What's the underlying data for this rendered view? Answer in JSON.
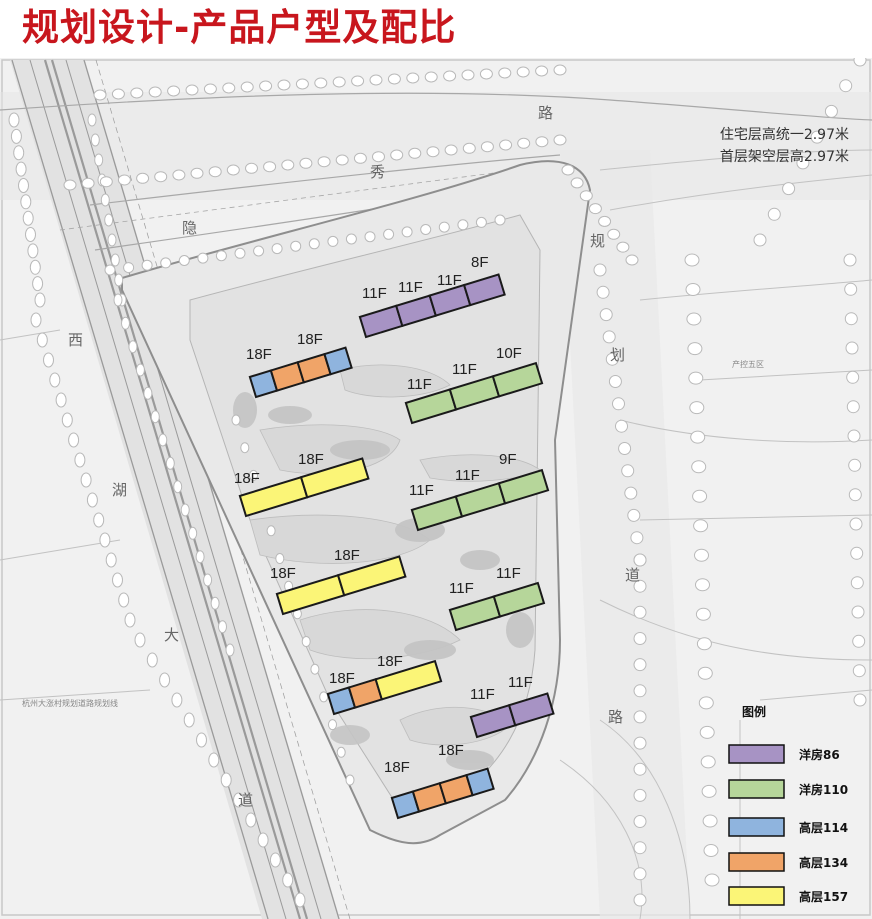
{
  "title": "规划设计-产品户型及配比",
  "notes": [
    "住宅层高统一2.97米",
    "首层架空层高2.97米"
  ],
  "roads": {
    "north": [
      "路",
      "秀",
      "隐"
    ],
    "east": [
      "规",
      "划",
      "道",
      "路"
    ],
    "west": [
      "西",
      "湖",
      "大",
      "道"
    ]
  },
  "map_labels": {
    "zone": "产控五区",
    "west_annotation": "杭州大涨村规划道路规划线"
  },
  "legend": {
    "title": "图例",
    "items": [
      {
        "key": "p86",
        "label": "洋房86",
        "color": "#a793c4"
      },
      {
        "key": "p110",
        "label": "洋房110",
        "color": "#b6d69a"
      },
      {
        "key": "h114",
        "label": "高层114",
        "color": "#8fb4de"
      },
      {
        "key": "h134",
        "label": "高层134",
        "color": "#f0a468"
      },
      {
        "key": "h157",
        "label": "高层157",
        "color": "#fbf577"
      }
    ]
  },
  "buildings": [
    {
      "id": "b1",
      "units": [
        "p86",
        "p86",
        "p86",
        "p86"
      ],
      "floors": [
        "11F",
        "11F",
        "11F",
        "8F"
      ]
    },
    {
      "id": "b2",
      "units": [
        "h114",
        "h134",
        "h134",
        "h114"
      ],
      "floors": [
        "18F",
        "18F"
      ]
    },
    {
      "id": "b3",
      "units": [
        "p110",
        "p110",
        "p110"
      ],
      "floors": [
        "11F",
        "11F",
        "10F"
      ]
    },
    {
      "id": "b4",
      "units": [
        "h157",
        "h157"
      ],
      "floors": [
        "18F",
        "18F"
      ]
    },
    {
      "id": "b5",
      "units": [
        "p110",
        "p110",
        "p110"
      ],
      "floors": [
        "11F",
        "11F",
        "9F"
      ]
    },
    {
      "id": "b6",
      "units": [
        "h157",
        "h157"
      ],
      "floors": [
        "18F",
        "18F"
      ]
    },
    {
      "id": "b7",
      "units": [
        "p110",
        "p110"
      ],
      "floors": [
        "11F",
        "11F"
      ]
    },
    {
      "id": "b8",
      "units": [
        "h114",
        "h134",
        "h157"
      ],
      "floors": [
        "18F",
        "18F"
      ]
    },
    {
      "id": "b9",
      "units": [
        "p86",
        "p86"
      ],
      "floors": [
        "11F",
        "11F"
      ]
    },
    {
      "id": "b10",
      "units": [
        "h114",
        "h134",
        "h134",
        "h114"
      ],
      "floors": [
        "18F",
        "18F"
      ]
    }
  ]
}
